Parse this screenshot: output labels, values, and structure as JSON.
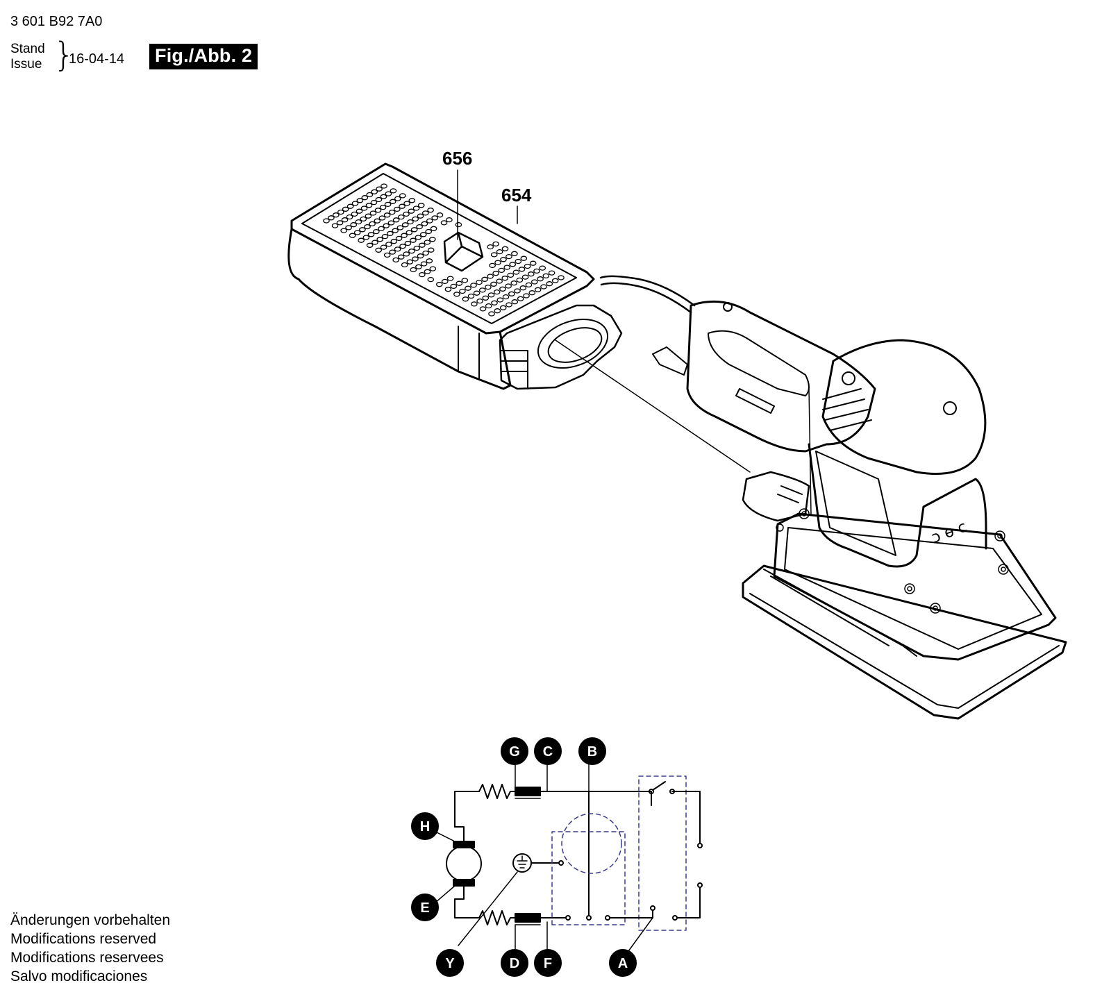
{
  "header": {
    "part_number": "3 601 B92 7A0",
    "stand_label": "Stand",
    "issue_label": "Issue",
    "date": "16-04-14",
    "figure_label": "Fig./Abb. 2"
  },
  "callouts": {
    "dust_box_cap": "656",
    "dust_box": "654"
  },
  "wiring": {
    "labels": {
      "G": "G",
      "C": "C",
      "B": "B",
      "H": "H",
      "E": "E",
      "Y": "Y",
      "D": "D",
      "F": "F",
      "A": "A"
    }
  },
  "notice": {
    "de": "Änderungen vorbehalten",
    "en": "Modifications reserved",
    "fr": "Modifications reservees",
    "es": "Salvo modificaciones"
  }
}
